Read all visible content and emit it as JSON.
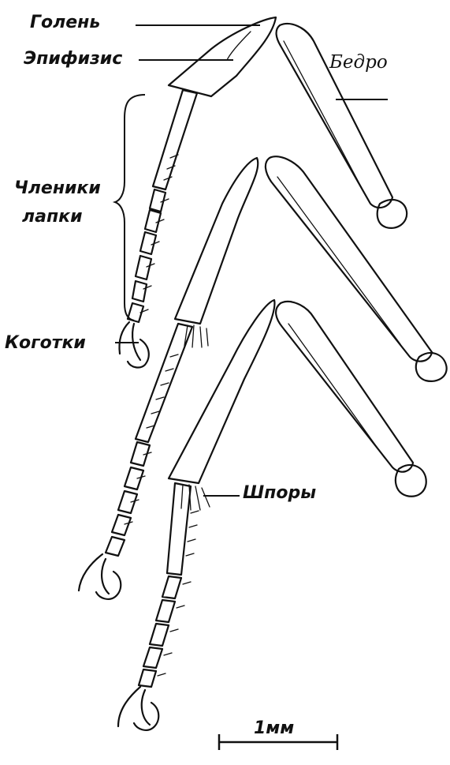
{
  "labels": {
    "tibia": "Голень",
    "epiphysis": "Эпифизис",
    "femur": "Бедро",
    "tarsal_segments_line1": "Членики",
    "tarsal_segments_line2": "лапки",
    "claws": "Коготки",
    "spurs": "Шпоры"
  },
  "scale_bar": {
    "label": "1мм"
  },
  "colors": {
    "ink": "#111111",
    "paper": "#ffffff"
  }
}
